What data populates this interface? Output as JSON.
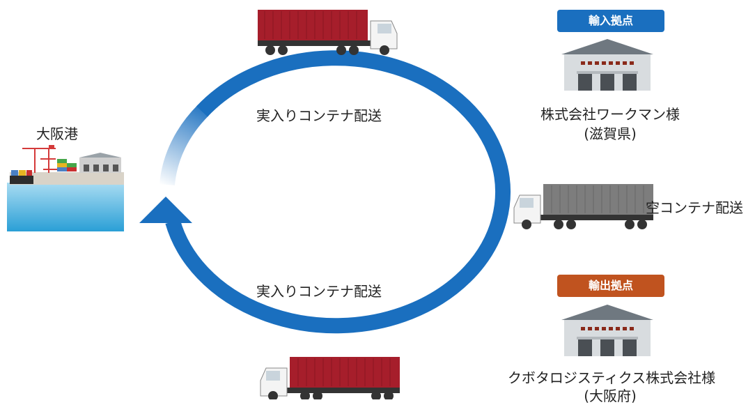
{
  "port": {
    "label": "大阪港"
  },
  "flows": {
    "top_label": "実入りコンテナ配送",
    "bottom_label": "実入りコンテナ配送",
    "empty_label": "空コンテナ配送"
  },
  "import_base": {
    "badge": "輸入拠点",
    "company": "株式会社ワークマン様",
    "region": "(滋賀県)"
  },
  "export_base": {
    "badge": "輸出拠点",
    "company": "クボタロジスティクス株式会社様",
    "region": "(大阪府)"
  },
  "colors": {
    "cycle_blue": "#1a6fbf",
    "import_badge": "#1a6fbf",
    "export_badge": "#c0531f",
    "full_container": "#a61e2b",
    "empty_container": "#7d7d7d"
  }
}
